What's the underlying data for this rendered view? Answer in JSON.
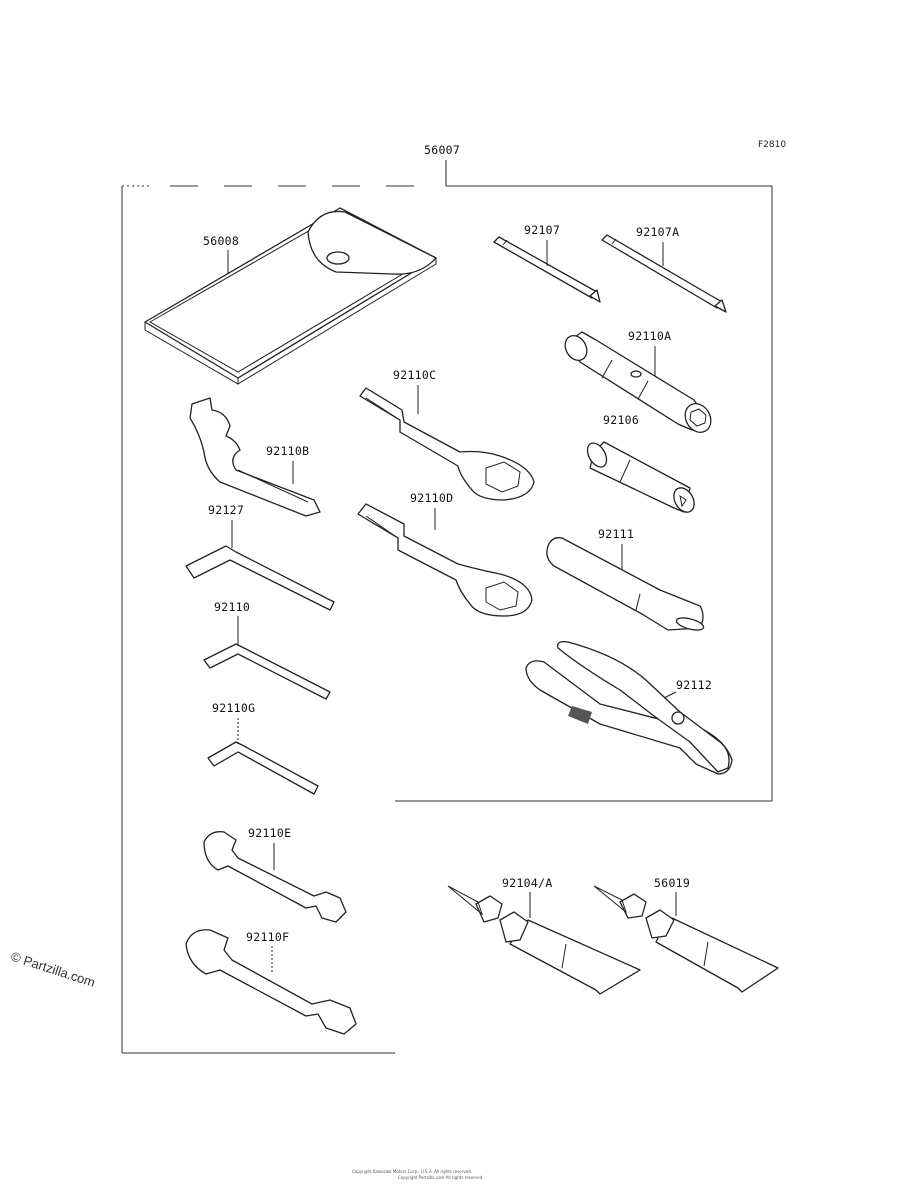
{
  "diagram": {
    "figure_code": "F2810",
    "main_assembly": "56007",
    "watermark": "© Partzilla.com",
    "parts": [
      {
        "id": "56008"
      },
      {
        "id": "92107"
      },
      {
        "id": "92107A"
      },
      {
        "id": "92110A"
      },
      {
        "id": "92106"
      },
      {
        "id": "92110C"
      },
      {
        "id": "92110B"
      },
      {
        "id": "92110D"
      },
      {
        "id": "92111"
      },
      {
        "id": "92127"
      },
      {
        "id": "92110"
      },
      {
        "id": "92112"
      },
      {
        "id": "92110G"
      },
      {
        "id": "92110E"
      },
      {
        "id": "92110F"
      },
      {
        "id": "92104/A"
      },
      {
        "id": "56019"
      }
    ],
    "footer_line1": "Copyright Kawasaki Motors Corp., U.S.A. All rights reserved.",
    "footer_line2": "Copyright Partzilla.com All rights reserved."
  }
}
